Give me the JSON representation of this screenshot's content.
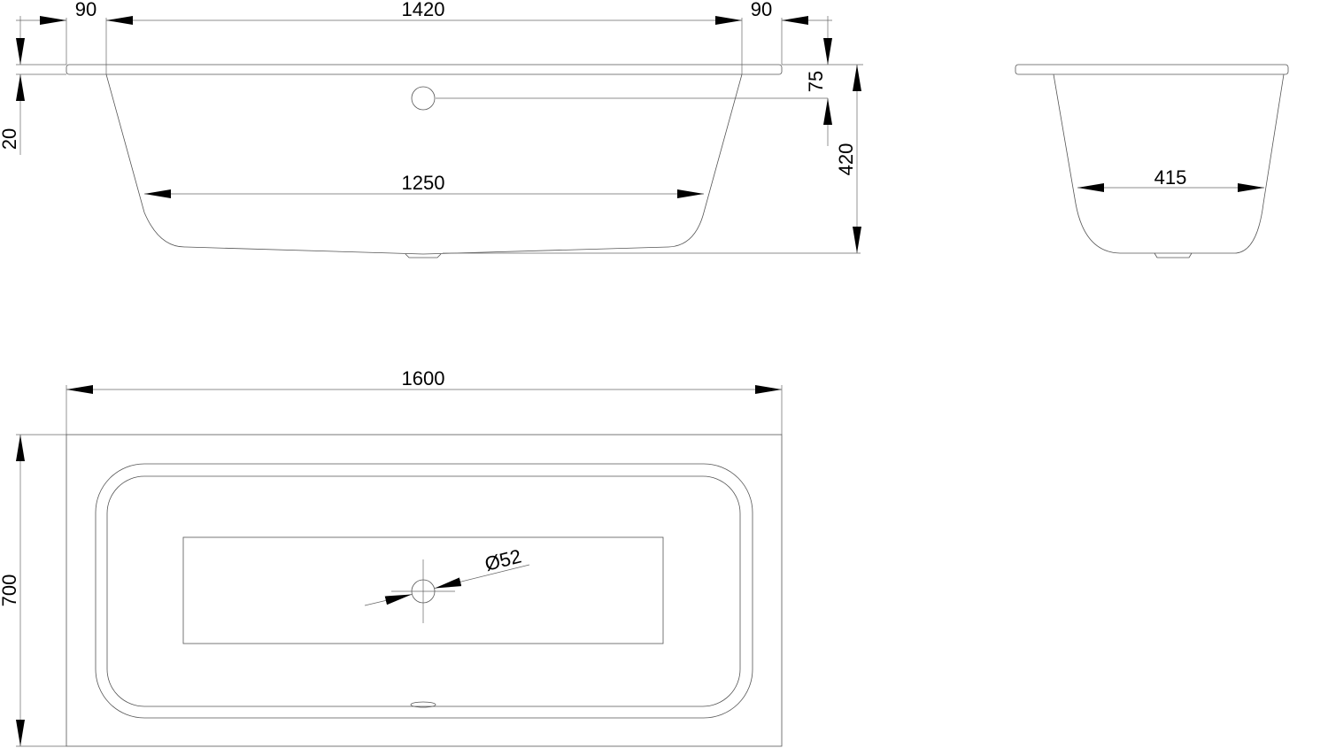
{
  "front_view": {
    "dim_left_rim": "90",
    "dim_inner_top": "1420",
    "dim_right_rim": "90",
    "dim_rim_thickness": "20",
    "dim_overflow": "75",
    "dim_height": "420",
    "dim_bottom": "1250"
  },
  "side_view": {
    "dim_bottom_width": "415"
  },
  "top_view": {
    "dim_length": "1600",
    "dim_width": "700",
    "dim_drain": "Ø52"
  }
}
